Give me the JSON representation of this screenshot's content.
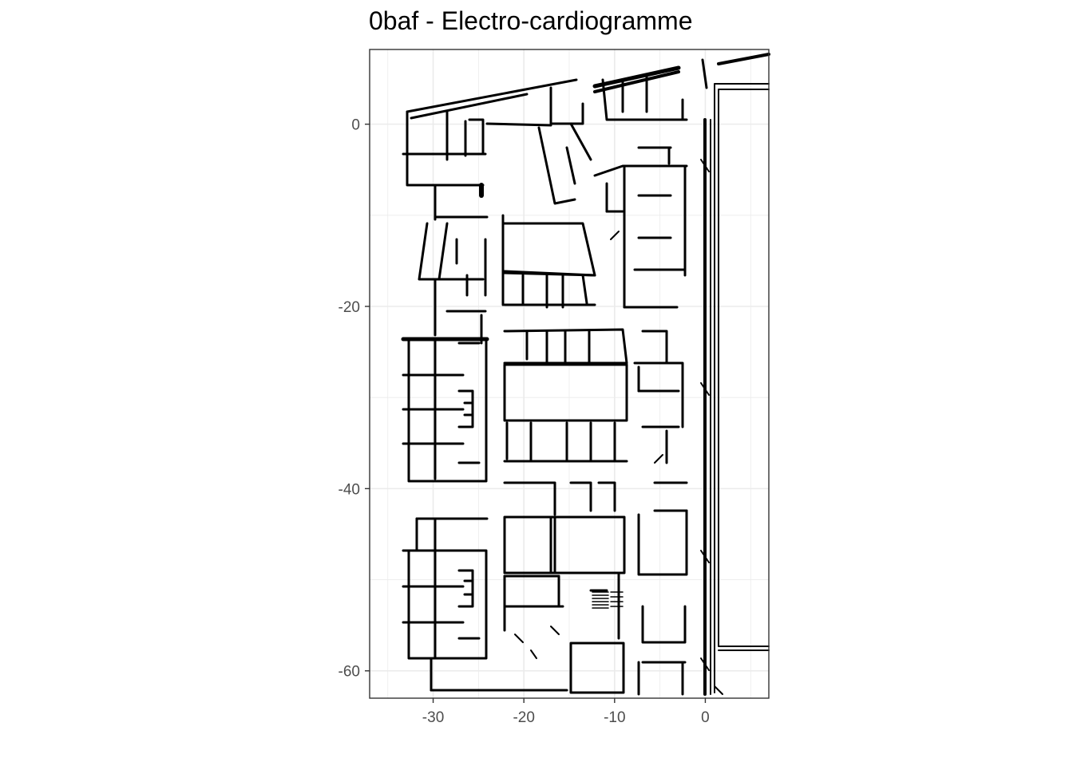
{
  "title": "0baf - Electro-cardiogramme",
  "chart_data": {
    "type": "floor-plan",
    "title": "0baf - Electro-cardiogramme",
    "xlim": [
      -37,
      7
    ],
    "ylim": [
      -63,
      8.2
    ],
    "x_ticks": [
      {
        "value": -30,
        "label": "-30"
      },
      {
        "value": -20,
        "label": "-20"
      },
      {
        "value": -10,
        "label": "-10"
      },
      {
        "value": 0,
        "label": "0"
      }
    ],
    "y_ticks": [
      {
        "value": 0,
        "label": "0"
      },
      {
        "value": -20,
        "label": "-20"
      },
      {
        "value": -40,
        "label": "-40"
      },
      {
        "value": -60,
        "label": "-60"
      }
    ],
    "grid": true,
    "colors": {
      "walls": "#000000",
      "grid": "#ebebeb",
      "panel_border": "#333333",
      "tick_text": "#4d4d4d"
    }
  }
}
